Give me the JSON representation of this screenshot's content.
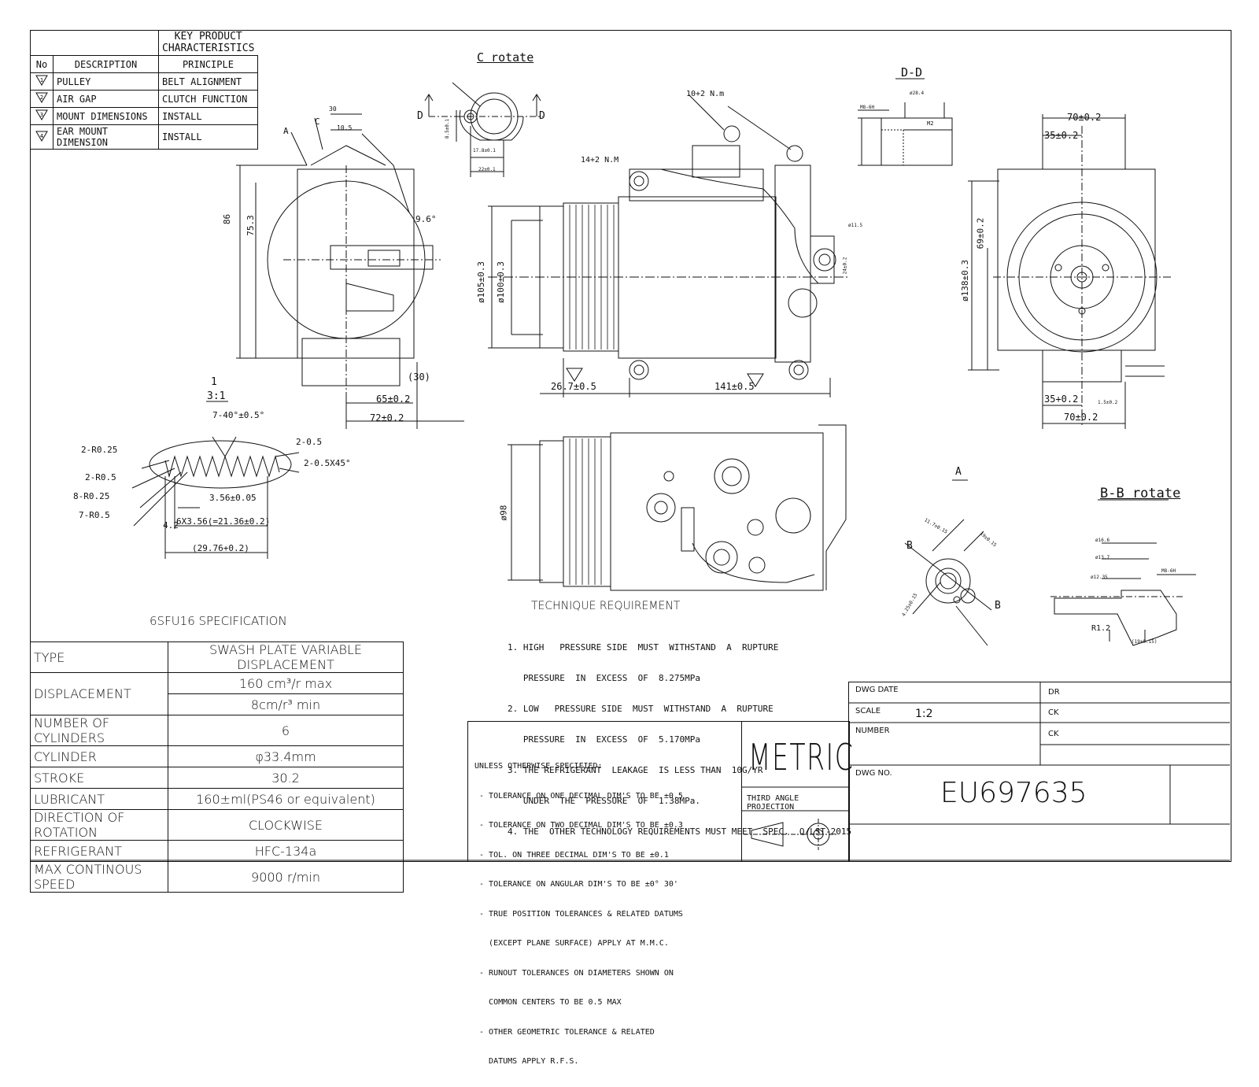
{
  "kpc": {
    "title": "KEY PRODUCT CHARACTERISTICS",
    "headers": [
      "No",
      "DESCRIPTION",
      "PRINCIPLE"
    ],
    "rows": [
      {
        "no": "1",
        "description": "PULLEY",
        "principle": "BELT ALIGNMENT"
      },
      {
        "no": "2",
        "description": "AIR GAP",
        "principle": "CLUTCH FUNCTION"
      },
      {
        "no": "3",
        "description": "MOUNT DIMENSIONS",
        "principle": "INSTALL"
      },
      {
        "no": "4",
        "description": "EAR MOUNT DIMENSION",
        "principle": "INSTALL"
      }
    ]
  },
  "views": {
    "c_rotate": "C rotate",
    "dd": "D-D",
    "bb_rotate": "B-B rotate",
    "a_view": "A",
    "detail_1": "1",
    "detail_scale": "3:1",
    "marker_a": "A",
    "marker_c": "C",
    "marker_b1": "B",
    "marker_b2": "B",
    "marker_d1": "D",
    "marker_d2": "D"
  },
  "dims": {
    "side_86": "86",
    "side_753": "75.3",
    "side_30": "30",
    "side_105": "10.5",
    "side_96": "9.6°",
    "side_30p": "(30)",
    "side_65": "65±0.2",
    "side_72": "72±0.2",
    "front_torque1": "10+2 N.m",
    "front_torque2": "14+2 N.M",
    "front_d105": "ø105±0.3",
    "front_d100": "ø100±0.3",
    "front_267": "26.7±0.5",
    "front_141": "141±0.5",
    "front_115": "ø11.5",
    "front_24": "24±0.2",
    "right_70top": "70±0.2",
    "right_35top": "35±0.2",
    "right_69": "69±0.2",
    "right_138": "ø138±0.3",
    "right_35bot": "35+0.2",
    "right_70bot": "70±0.2",
    "right_15": "1.5±0.2",
    "c_17": "17.8±0.1",
    "c_22": "22±0.1",
    "c_8": "8.5±0.1",
    "dd_m8": "M8-6H",
    "dd_28": "ø28.4",
    "dd_m2": "M2",
    "groove_angle": "7-40°±0.5°",
    "groove_r025": "2-R0.25",
    "groove_r05": "2-R0.5",
    "groove_8r025": "8-R0.25",
    "groove_7r05": "7-R0.5",
    "groove_205": "2-0.5",
    "groove_205x45": "2-0.5X45°",
    "groove_356": "3.56±0.05",
    "groove_42": "4.2",
    "groove_6x356": "6X3.56(=21.36±0.2)",
    "groove_2976": "(29.76+0.2)",
    "lower_d98": "ø98",
    "bb_m8": "M8-6H",
    "bb_r12": "R1.2",
    "bb_19": "(19±0.15)",
    "bb_166": "ø16.6",
    "bb_137": "ø13.7",
    "bb_1235": "ø12.35",
    "a_11": "11.7±0.15",
    "a_19": "19±0.15",
    "a_4": "4.25±0.15"
  },
  "spec": {
    "title": "6SFU16 SPECIFICATION",
    "rows": [
      {
        "label": "TYPE",
        "value": "SWASH PLATE VARIABLE DISPLACEMENT"
      },
      {
        "label": "DISPLACEMENT",
        "value": "160 cm³/r max",
        "value2": "8cm/r³ min"
      },
      {
        "label": "NUMBER OF CYLINDERS",
        "value": "6"
      },
      {
        "label": "CYLINDER",
        "value": "φ33.4mm"
      },
      {
        "label": "STROKE",
        "value": "30.2"
      },
      {
        "label": "LUBRICANT",
        "value": "160±ml(PS46 or equivalent)"
      },
      {
        "label": "DIRECTION OF ROTATION",
        "value": "CLOCKWISE"
      },
      {
        "label": "REFRIGERANT",
        "value": "HFC-134a"
      },
      {
        "label": "MAX CONTINOUS SPEED",
        "value": "9000 r/min"
      }
    ]
  },
  "technique": {
    "title": "TECHNIQUE  REQUIREMENT",
    "lines": [
      "1. HIGH   PRESSURE SIDE  MUST  WITHSTAND  A  RUPTURE",
      "   PRESSURE  IN  EXCESS  OF  8.275MPa",
      "2. LOW   PRESSURE SIDE  MUST  WITHSTAND  A  RUPTURE",
      "   PRESSURE  IN  EXCESS  OF  5.170MPa",
      "3. THE REFRIGERANT  LEAKAGE  IS LESS THAN  10G/YR",
      "   UNDER  THE  PRESSURE  OF  1.38MPa.",
      "4. THE  OTHER TECHNOLOGY REQUIREMENTS MUST MEET  SPEC.  Q/LST-2015"
    ]
  },
  "tolerance": {
    "lines": [
      "UNLESS OTHERWISE SPECIFIED:",
      " - TOLERANCE ON ONE DECIMAL DIM'S TO BE ±0.5",
      " - TOLERANCE ON TWO DECIMAL DIM'S TO BE ±0.3",
      " - TOL. ON THREE DECIMAL DIM'S TO BE ±0.1",
      " - TOLERANCE ON ANGULAR DIM'S TO BE ±0° 30'",
      " - TRUE POSITION TOLERANCES & RELATED DATUMS",
      "   (EXCEPT PLANE SURFACE) APPLY AT M.M.C.",
      " - RUNOUT TOLERANCES ON DIAMETERS SHOWN ON",
      "   COMMON CENTERS TO BE 0.5 MAX",
      " - OTHER GEOMETRIC TOLERANCE & RELATED",
      "   DATUMS APPLY R.F.S."
    ]
  },
  "metric": {
    "label": "METRIC",
    "projection": "THIRD ANGLE PROJECTION"
  },
  "titleblock": {
    "dwg_date_label": "DWG DATE",
    "dr_label": "DR",
    "scale_label": "SCALE",
    "scale_value": "1:2",
    "ck1_label": "CK",
    "number_label": "NUMBER",
    "ck2_label": "CK",
    "dwg_no_label": "DWG NO.",
    "dwg_no": "EU697635"
  }
}
